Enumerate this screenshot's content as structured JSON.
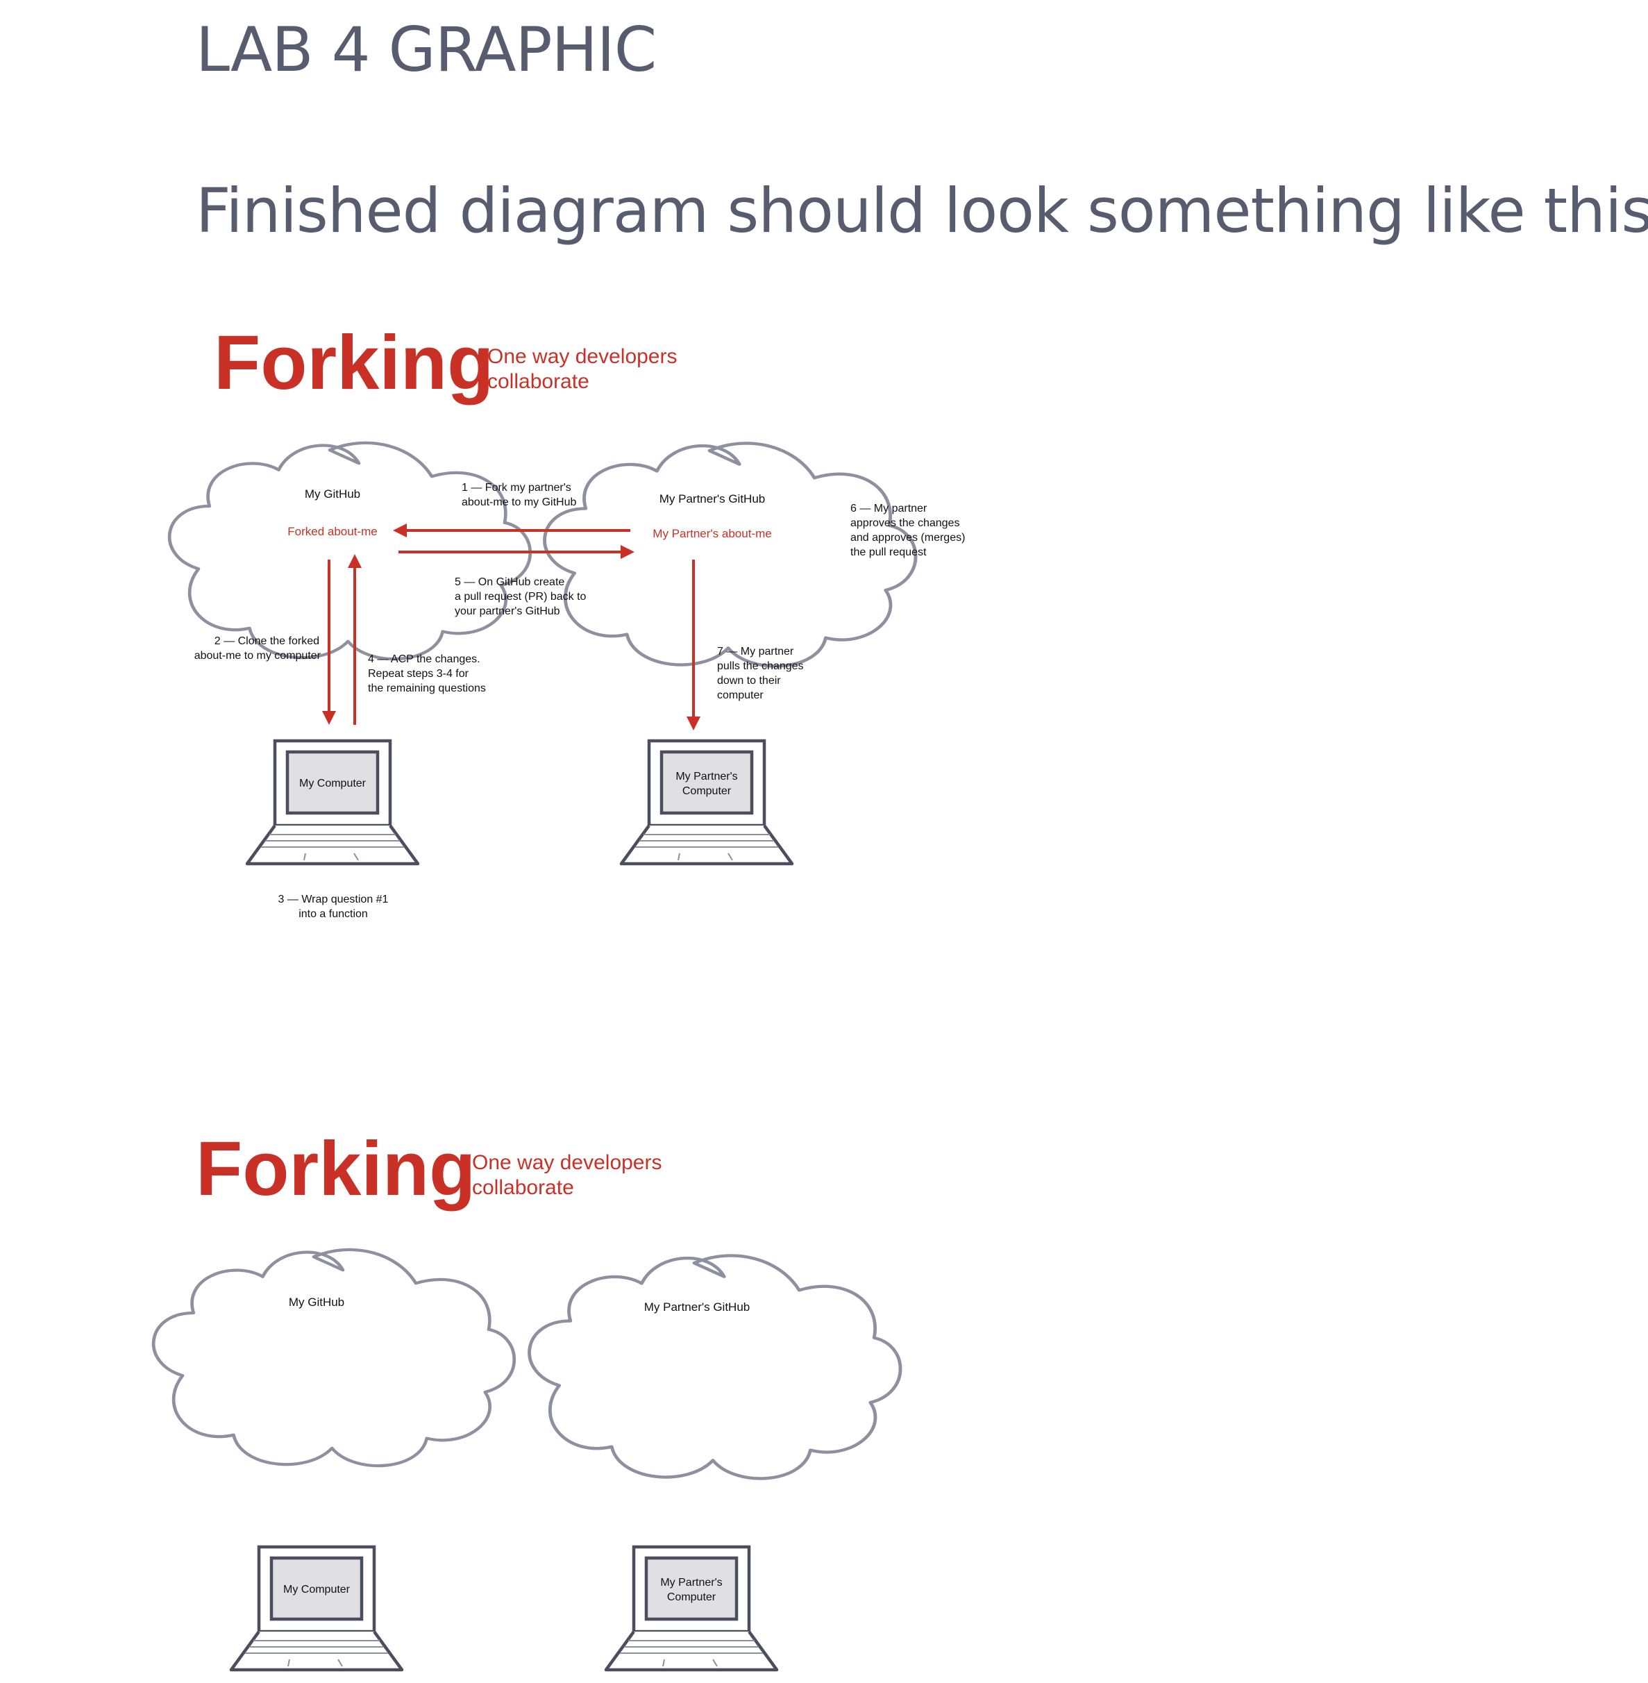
{
  "page": {
    "title": "LAB 4 GRAPHIC",
    "subtitle": "Finished diagram should look something like this"
  },
  "colors": {
    "accent": "#c93127",
    "heading": "#575c6f",
    "outline": "#8d909e",
    "device": "#4b4e5e",
    "screen": "#e0e0e3",
    "text": "#111111"
  },
  "diagram_complete": {
    "heading": "Forking",
    "tagline": [
      "One way developers",
      "collaborate"
    ],
    "my_github": {
      "label": "My GitHub",
      "repo": "Forked about-me"
    },
    "partner_github": {
      "label": "My Partner's GitHub",
      "repo": "My Partner's about-me"
    },
    "my_computer": {
      "label": [
        "My Computer"
      ]
    },
    "partner_computer": {
      "label": [
        "My Partner's",
        "Computer"
      ]
    },
    "steps": {
      "s1": [
        "1 — Fork my partner's",
        "about-me to my GitHub"
      ],
      "s2": [
        "2 — Clone the forked",
        "about-me to my computer"
      ],
      "s3": [
        "3 — Wrap question #1",
        "into a function"
      ],
      "s4": [
        "4 — ACP the changes.",
        "Repeat steps 3-4 for",
        "the remaining questions"
      ],
      "s5": [
        "5 — On GitHub create",
        "a pull request (PR) back to",
        "your partner's GitHub"
      ],
      "s6": [
        "6 — My partner",
        "approves the changes",
        "and approves (merges)",
        "the pull request"
      ],
      "s7": [
        "7 — My partner",
        "pulls the changes",
        "down to their",
        "computer"
      ]
    }
  },
  "diagram_blank": {
    "heading": "Forking",
    "tagline": [
      "One way developers",
      "collaborate"
    ],
    "my_github": {
      "label": "My GitHub"
    },
    "partner_github": {
      "label": "My Partner's GitHub"
    },
    "my_computer": {
      "label": [
        "My Computer"
      ]
    },
    "partner_computer": {
      "label": [
        "My Partner's",
        "Computer"
      ]
    }
  }
}
